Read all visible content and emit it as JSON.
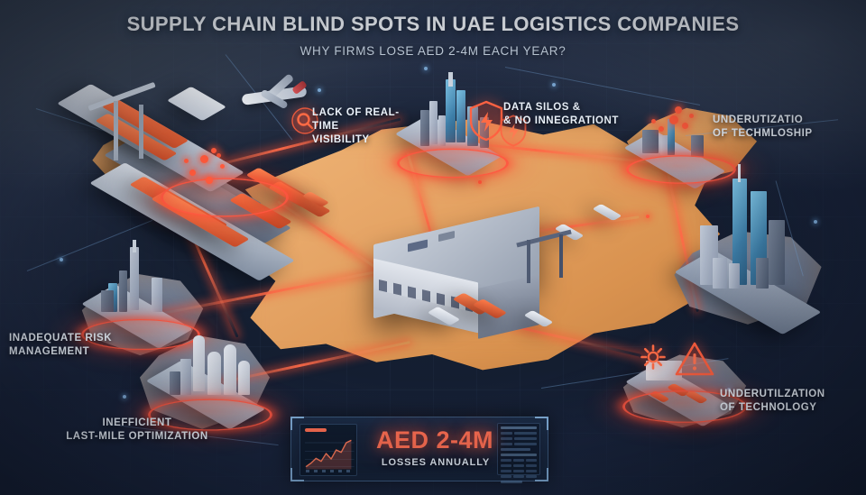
{
  "header": {
    "title": "SUPPLY CHAIN BLIND SPOTS IN UAE LOGISTICS COMPANIES",
    "subtitle": "WHY FIRMS LOSE AED 2-4M EACH YEAR?"
  },
  "callouts": [
    {
      "id": "lack-of-visibility",
      "text": "LACK OF REAL-TIME\nVISIBILITY",
      "icon": "magnifier-icon"
    },
    {
      "id": "data-silos",
      "text": "DATA SILOS &\n& NO INNEGRATIONT",
      "icon": "shield-bolt-icon"
    },
    {
      "id": "underutilization-tech-top",
      "text": "UNDERUTIZATIO\nOF TECHMLOSHIP",
      "icon": "none"
    },
    {
      "id": "inadequate-risk",
      "text": "INADEQUATE RISK\nMANAGEMENT",
      "icon": "none"
    },
    {
      "id": "last-mile",
      "text": "INEFFICIENT\nLAST-MILE OPTIMIZATION",
      "icon": "none"
    },
    {
      "id": "underutilization-tech-bottom",
      "text": "UNDERUTILZATION\nOF TECHNOLOGY",
      "icon": "warning-triangle-icon"
    }
  ],
  "banner": {
    "figure": "AED 2-4M",
    "label": "LOSSES ANNUALLY"
  },
  "chart_data": {
    "type": "line",
    "title": "AED 2-4M",
    "subtitle": "LOSSES ANNUALLY",
    "xlabel": "",
    "ylabel": "",
    "x": [
      1,
      2,
      3,
      4,
      5,
      6,
      7,
      8,
      9,
      10
    ],
    "values": [
      12,
      22,
      34,
      27,
      44,
      30,
      52,
      46,
      70,
      78
    ],
    "ylim": [
      0,
      90
    ],
    "grid": true,
    "legend": "none",
    "series_color": "#ff6e52"
  },
  "colors": {
    "background_top": "#384459",
    "background_bottom": "#141d31",
    "accent_red": "#ff5a3c",
    "accent_red_glow": "#ff6e52",
    "desert": "#e6a566",
    "tech_blue": "#82b4eb",
    "text_light": "#eaf1f9"
  },
  "scene": {
    "landmass_label": "uae-map-landmass",
    "hotspots": [
      "port-blind-spot",
      "refinery-north-blind-spot",
      "industrial-zone-blind-spot",
      "refinery-west-blind-spot",
      "silo-cluster-blind-spot",
      "depot-blind-spot"
    ],
    "assets": [
      "container-ship",
      "container-ship-secondary",
      "port-crane",
      "cargo-airplane",
      "warehouse-distribution-center",
      "city-skyline",
      "delivery-truck",
      "cargo-truck"
    ]
  }
}
